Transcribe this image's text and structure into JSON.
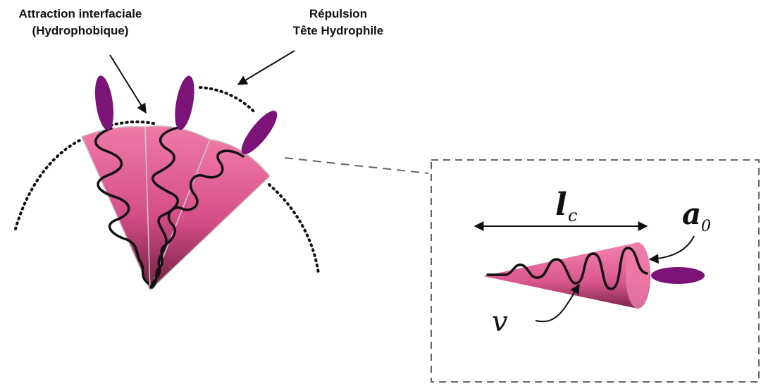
{
  "labels": {
    "attraction": [
      "Attraction interfaciale",
      "(Hydrophobique)"
    ],
    "repulsion": [
      "Répulsion",
      "Tête Hydrophile"
    ]
  },
  "symbols": {
    "length": "l",
    "length_sub": "c",
    "area": "a",
    "area_sub": "0",
    "volume": "v"
  },
  "colors": {
    "cone_light": "#f07aa8",
    "cone_dark": "#7a2448",
    "head": "#7b1378",
    "chain": "#111111",
    "dash": "#666666"
  }
}
